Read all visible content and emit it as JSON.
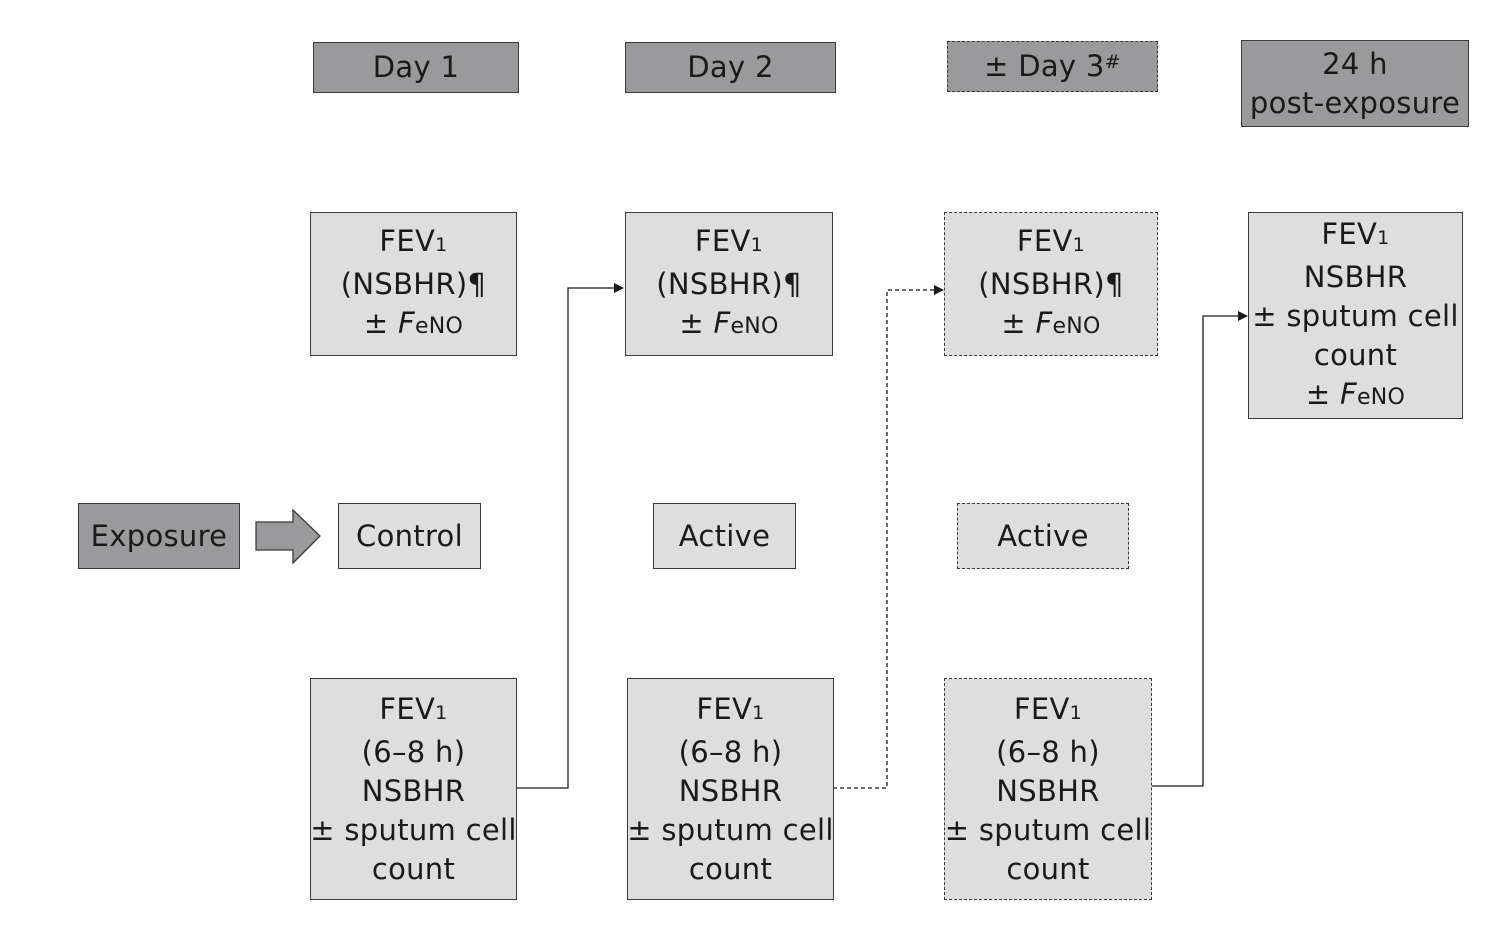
{
  "header": {
    "day1": "Day 1",
    "day2": "Day 2",
    "day3_prefix": "± Day 3",
    "day3_mark": "#",
    "post_line1": "24 h",
    "post_line2": "post-exposure"
  },
  "common": {
    "fev": "FEV",
    "fev_sub": "1",
    "nsbhr_paren": "(NSBHR)",
    "pilcrow": "¶",
    "pm": "± ",
    "feno_f": "F",
    "feno_rest": "eNO",
    "nsbhr": "NSBHR",
    "hours": "(6–8 h)",
    "sputum1": "± sputum cell",
    "sputum2": "count"
  },
  "exposure_row": {
    "exposure": "Exposure",
    "control": "Control",
    "active_day2": "Active",
    "active_day3": "Active"
  }
}
